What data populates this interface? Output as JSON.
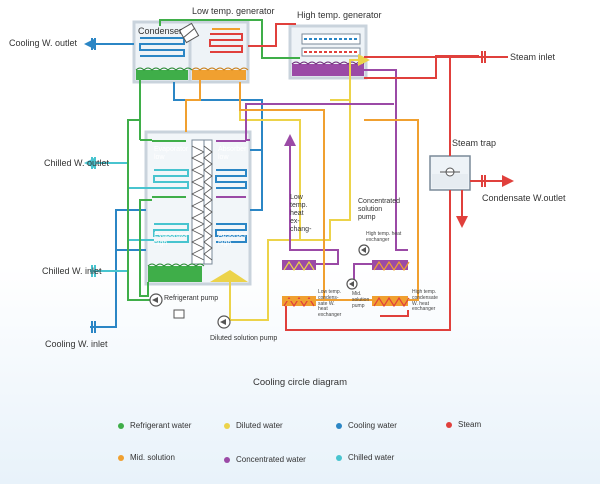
{
  "diagram": {
    "title": "Cooling circle diagram",
    "components": {
      "condenser": "Condenser",
      "low_temp_generator": "Low temp. generator",
      "high_temp_generator": "High temp. generator",
      "evaporator_low": "Evaporator\nlow",
      "absorber_low": "Absorber\nlow",
      "evaporator_high": "Evaporator\nhigh",
      "absorber_high": "Absorber\nhigh",
      "refrigerant_pump": "Refrigerant pump",
      "diluted_solution_pump": "Diluted solution pump",
      "low_temp_heat_exchanger": "Low\ntemp.\nheat\nex-\nchang-",
      "concentrated_solution_pump": "Concentrated\nsolution\npump",
      "high_temp_heat_exchanger_small": "High temp. heat\nexchanger",
      "low_temp_condensate_hx": "Low temp.\ncondens-\nsate W.\nheat\nexchanger",
      "mid_solution_pump": "Mid.\nsolution\npump",
      "high_temp_condensate_hx": "High temp.\ncondensate\nW. heat\nexchanger",
      "steam_trap": "Steam trap"
    },
    "ports": {
      "cooling_w_outlet": "Cooling W. outlet",
      "chilled_w_outlet": "Chilled W. outlet",
      "chilled_w_inlet": "Chilled W. inlet",
      "cooling_w_inlet": "Cooling W. inlet",
      "steam_inlet": "Steam inlet",
      "condensate_w_outlet": "Condensate W.outlet"
    }
  },
  "legend": [
    {
      "label": "Refrigerant water",
      "color": "#3fae49"
    },
    {
      "label": "Diluted water",
      "color": "#ecd34a"
    },
    {
      "label": "Cooling water",
      "color": "#2b86c5"
    },
    {
      "label": "Steam",
      "color": "#e0403c"
    },
    {
      "label": "Mid. solution",
      "color": "#f0a030"
    },
    {
      "label": "Concentrated water",
      "color": "#9b4aa6"
    },
    {
      "label": "Chilled water",
      "color": "#48c4cf"
    }
  ],
  "colors": {
    "refrigerant": "#3fae49",
    "diluted": "#ecd34a",
    "cooling": "#2b86c5",
    "steam": "#e0403c",
    "mid": "#f0a030",
    "concentrated": "#9b4aa6",
    "chilled": "#48c4cf",
    "shell": "#c9d3dc"
  }
}
